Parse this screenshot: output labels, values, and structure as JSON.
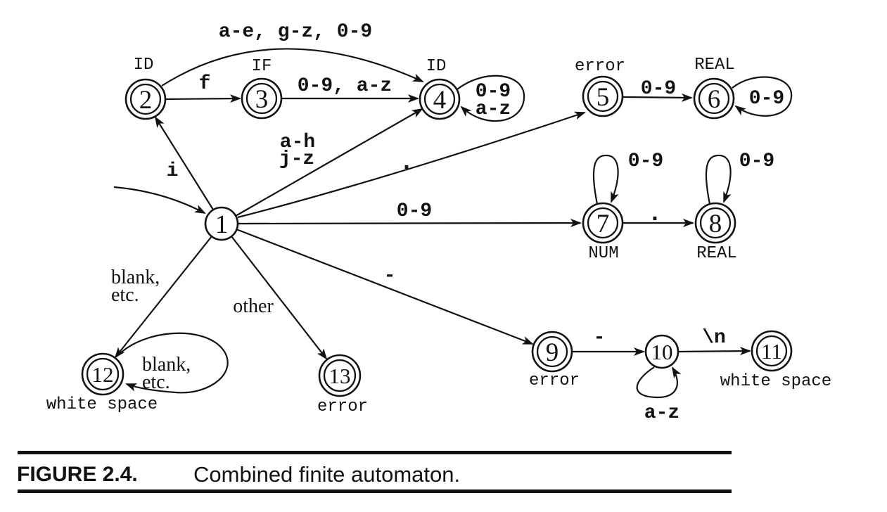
{
  "figure": {
    "label": "FIGURE 2.4.",
    "caption": "Combined finite automaton."
  },
  "colors": {
    "ink": "#121212",
    "background": "#ffffff"
  },
  "automaton": {
    "states": [
      {
        "id": "1",
        "name": "",
        "accepting": false
      },
      {
        "id": "2",
        "name": "ID",
        "accepting": true
      },
      {
        "id": "3",
        "name": "IF",
        "accepting": true
      },
      {
        "id": "4",
        "name": "ID",
        "accepting": true
      },
      {
        "id": "5",
        "name": "error",
        "accepting": true
      },
      {
        "id": "6",
        "name": "REAL",
        "accepting": true
      },
      {
        "id": "7",
        "name": "NUM",
        "accepting": true
      },
      {
        "id": "8",
        "name": "REAL",
        "accepting": true
      },
      {
        "id": "9",
        "name": "error",
        "accepting": true
      },
      {
        "id": "10",
        "name": "",
        "accepting": false
      },
      {
        "id": "11",
        "name": "white space",
        "accepting": true
      },
      {
        "id": "12",
        "name": "white space",
        "accepting": true
      },
      {
        "id": "13",
        "name": "error",
        "accepting": true
      }
    ],
    "edges": [
      {
        "from": "start",
        "to": "1",
        "label": ""
      },
      {
        "from": "1",
        "to": "2",
        "label": "i"
      },
      {
        "from": "2",
        "to": "3",
        "label": "f"
      },
      {
        "from": "2",
        "to": "4",
        "label": "a-e, g-z, 0-9"
      },
      {
        "from": "3",
        "to": "4",
        "label": "0-9, a-z"
      },
      {
        "from": "4",
        "to": "4",
        "label_lines": [
          "0-9",
          "a-z"
        ]
      },
      {
        "from": "1",
        "to": "4",
        "label_lines": [
          "a-h",
          "j-z"
        ]
      },
      {
        "from": "1",
        "to": "5",
        "label": "."
      },
      {
        "from": "5",
        "to": "6",
        "label": "0-9"
      },
      {
        "from": "6",
        "to": "6",
        "label": "0-9"
      },
      {
        "from": "1",
        "to": "7",
        "label": "0-9"
      },
      {
        "from": "7",
        "to": "7",
        "label": "0-9"
      },
      {
        "from": "7",
        "to": "8",
        "label": "."
      },
      {
        "from": "8",
        "to": "8",
        "label": "0-9"
      },
      {
        "from": "1",
        "to": "9",
        "label": "-"
      },
      {
        "from": "9",
        "to": "10",
        "label": "-"
      },
      {
        "from": "10",
        "to": "11",
        "label": "\\n"
      },
      {
        "from": "10",
        "to": "10",
        "label": "a-z"
      },
      {
        "from": "1",
        "to": "12",
        "label_lines": [
          "blank,",
          "etc."
        ]
      },
      {
        "from": "12",
        "to": "12",
        "label_lines": [
          "blank,",
          "etc."
        ]
      },
      {
        "from": "1",
        "to": "13",
        "label": "other"
      }
    ]
  }
}
